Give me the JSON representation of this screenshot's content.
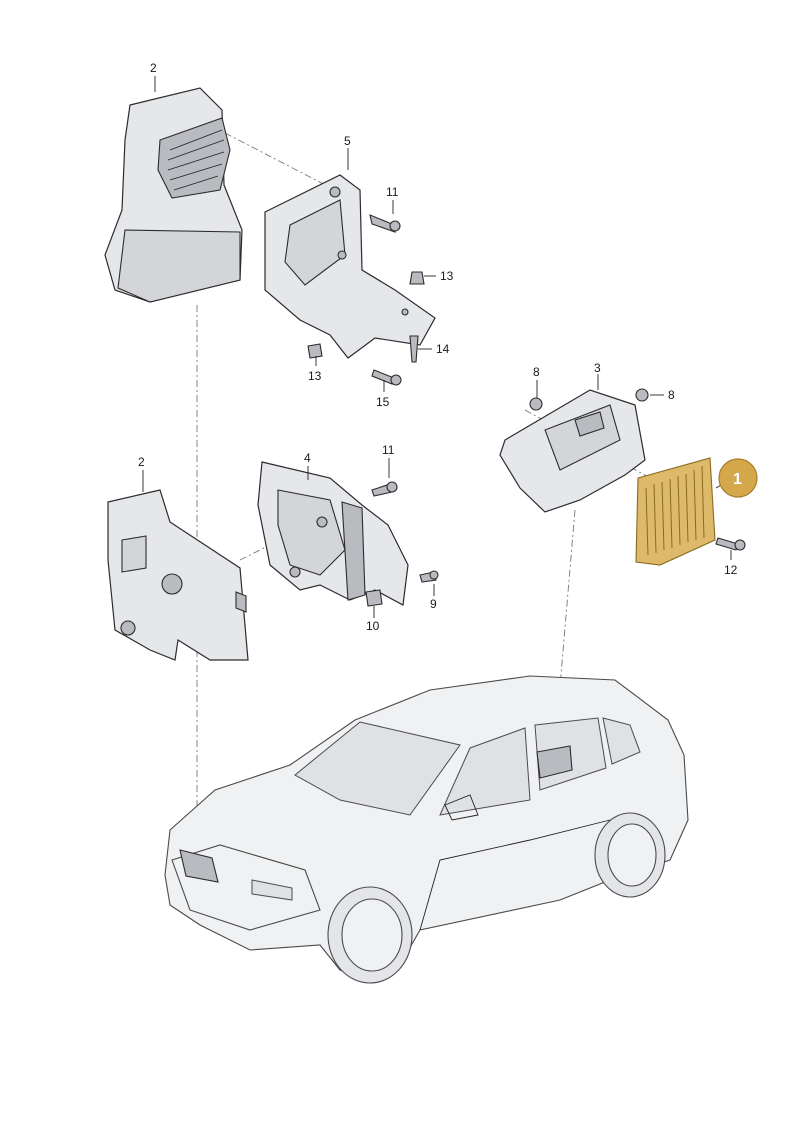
{
  "callouts": {
    "c2_top": "2",
    "c5": "5",
    "c11_top": "11",
    "c13_right": "13",
    "c13_left": "13",
    "c14": "14",
    "c15": "15",
    "c8_left": "8",
    "c3": "3",
    "c8_right": "8",
    "c1": "1",
    "c12": "12",
    "c2_mid": "2",
    "c4": "4",
    "c11_mid": "11",
    "c9": "9",
    "c10": "10"
  },
  "colors": {
    "highlight_fill": "#ddb96a",
    "highlight_badge": "#d4a84a",
    "part_gray": "#e6e7ea",
    "line_dark": "#2c2c2c"
  }
}
